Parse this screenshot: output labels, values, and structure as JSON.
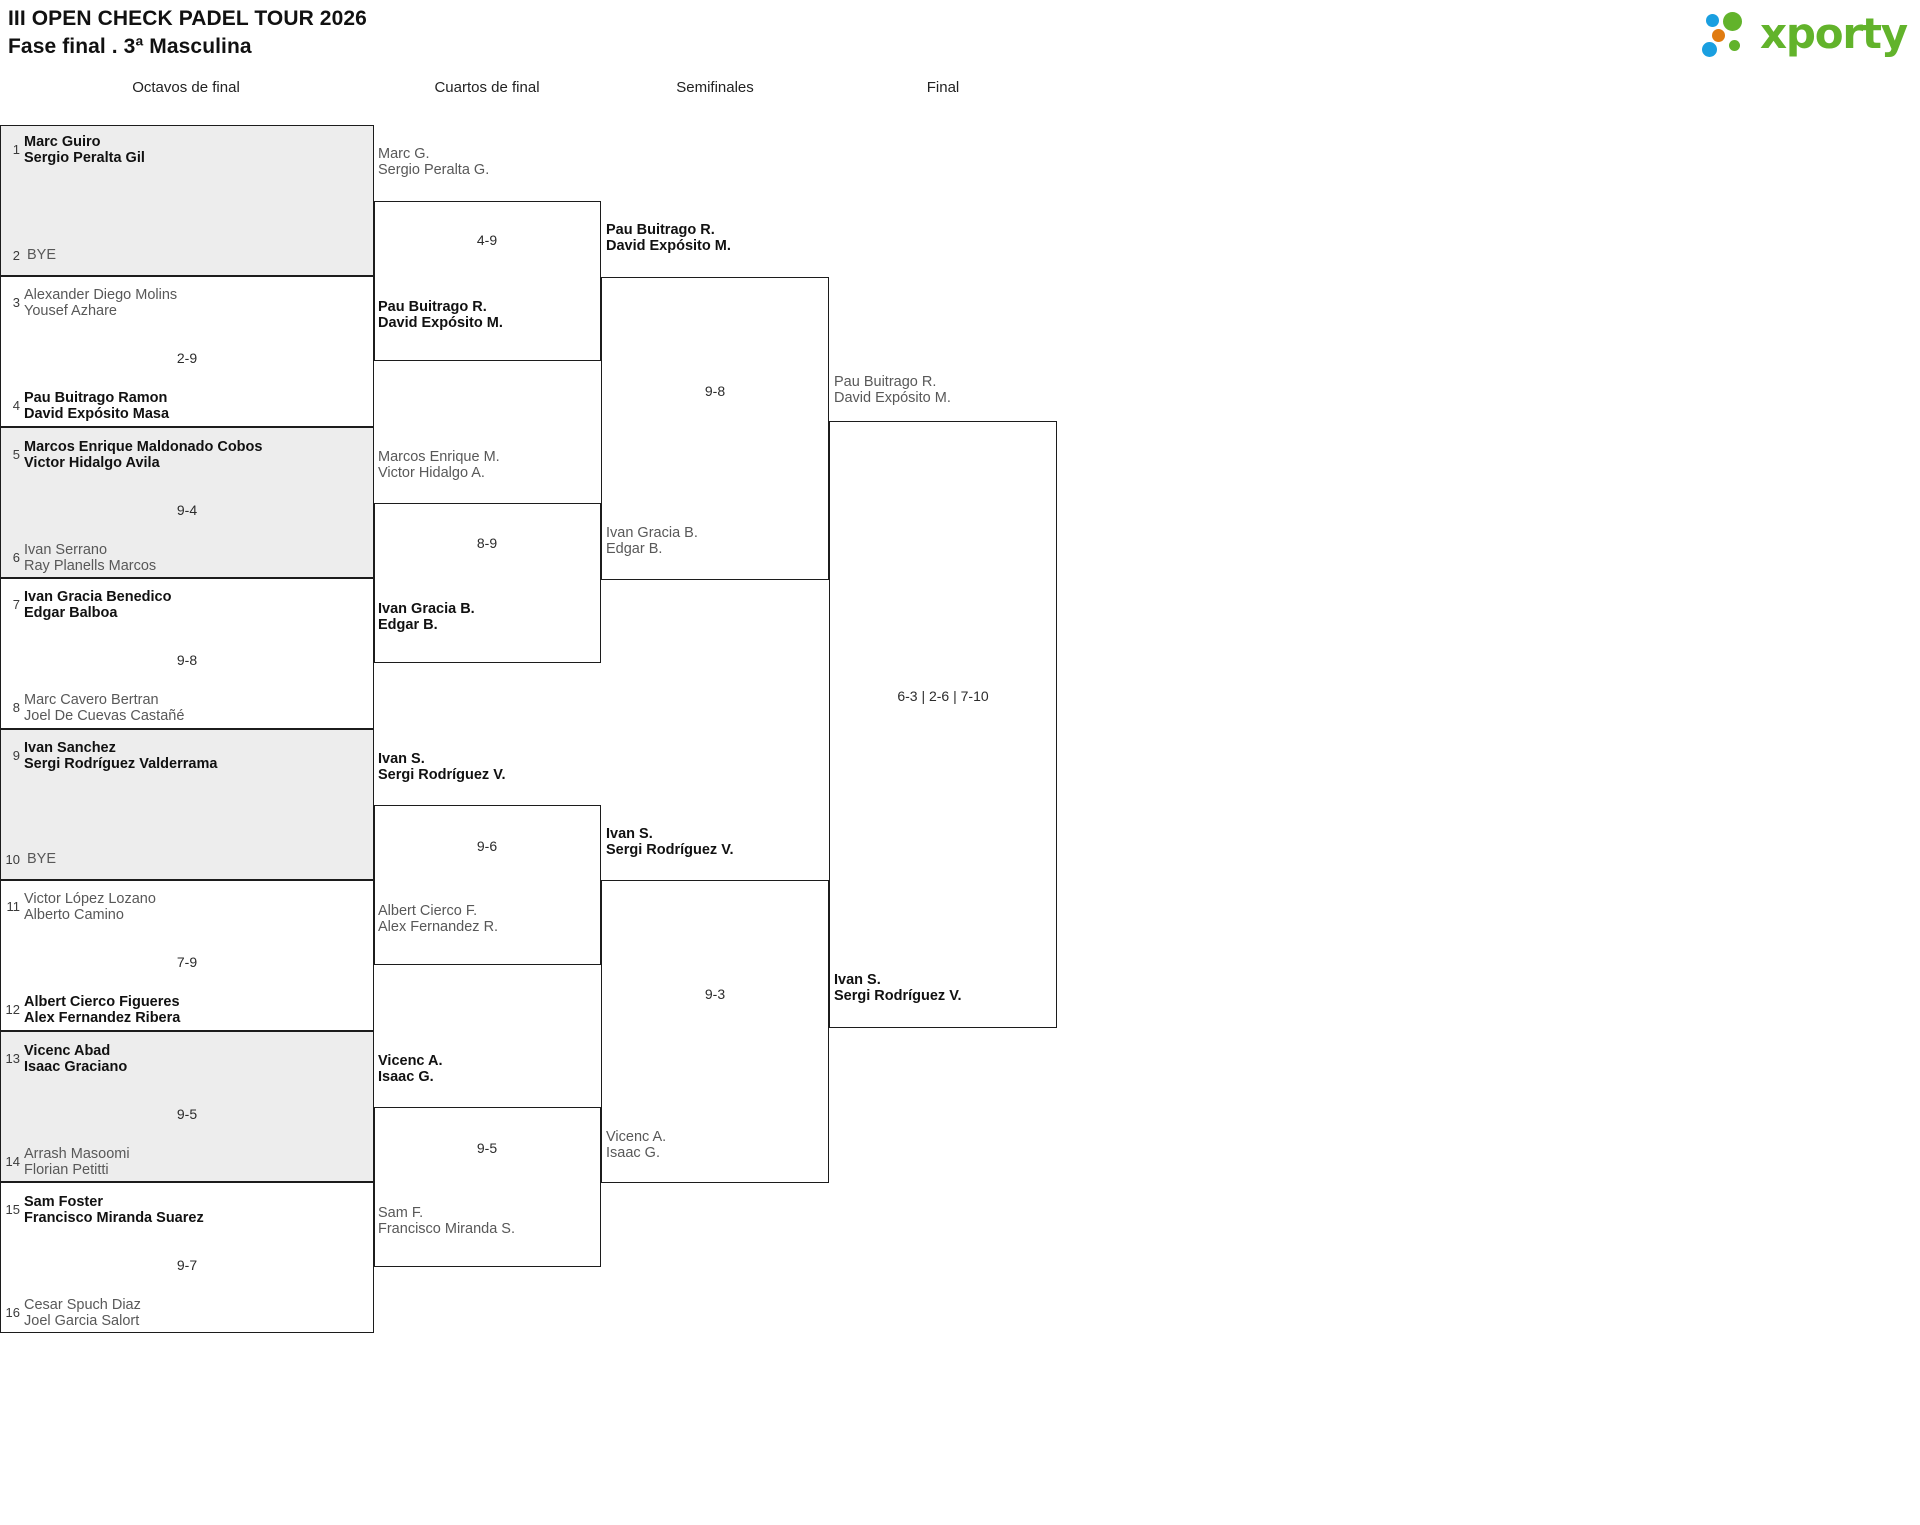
{
  "header": {
    "title_line1": "III OPEN CHECK PADEL TOUR 2026",
    "title_line2": "Fase final . 3ª Masculina",
    "logo_text": "xporty",
    "logo_colors": {
      "green": "#62b32b",
      "blue": "#1a9fe0",
      "orange": "#e07b10"
    }
  },
  "rounds": [
    {
      "key": "r16",
      "label": "Octavos de final"
    },
    {
      "key": "qf",
      "label": "Cuartos de final"
    },
    {
      "key": "sf",
      "label": "Semifinales"
    },
    {
      "key": "f",
      "label": "Final"
    }
  ],
  "round16": {
    "matches": [
      {
        "shaded": true,
        "top": {
          "seed": "1",
          "lines": [
            "Marc Guiro",
            "Sergio Peralta Gil"
          ],
          "winner": true
        },
        "bottom": {
          "seed": "2",
          "lines": [
            "BYE"
          ],
          "winner": false
        },
        "score": ""
      },
      {
        "shaded": false,
        "top": {
          "seed": "3",
          "lines": [
            "Alexander Diego Molins",
            "Yousef Azhare"
          ],
          "winner": false
        },
        "bottom": {
          "seed": "4",
          "lines": [
            "Pau Buitrago Ramon",
            "David Expósito Masa"
          ],
          "winner": true
        },
        "score": "2-9"
      },
      {
        "shaded": true,
        "top": {
          "seed": "5",
          "lines": [
            "Marcos Enrique Maldonado Cobos",
            "Victor Hidalgo Avila"
          ],
          "winner": true
        },
        "bottom": {
          "seed": "6",
          "lines": [
            "Ivan Serrano",
            "Ray Planells Marcos"
          ],
          "winner": false
        },
        "score": "9-4"
      },
      {
        "shaded": false,
        "top": {
          "seed": "7",
          "lines": [
            "Ivan Gracia Benedico",
            "Edgar Balboa"
          ],
          "winner": true
        },
        "bottom": {
          "seed": "8",
          "lines": [
            "Marc Cavero Bertran",
            "Joel De Cuevas Castañé"
          ],
          "winner": false
        },
        "score": "9-8"
      },
      {
        "shaded": true,
        "top": {
          "seed": "9",
          "lines": [
            "Ivan Sanchez",
            "Sergi Rodríguez Valderrama"
          ],
          "winner": true
        },
        "bottom": {
          "seed": "10",
          "lines": [
            "BYE"
          ],
          "winner": false
        },
        "score": ""
      },
      {
        "shaded": false,
        "top": {
          "seed": "11",
          "lines": [
            "Victor López Lozano",
            "Alberto Camino"
          ],
          "winner": false
        },
        "bottom": {
          "seed": "12",
          "lines": [
            "Albert Cierco Figueres",
            "Alex Fernandez Ribera"
          ],
          "winner": true
        },
        "score": "7-9"
      },
      {
        "shaded": true,
        "top": {
          "seed": "13",
          "lines": [
            "Vicenc Abad",
            "Isaac Graciano"
          ],
          "winner": true
        },
        "bottom": {
          "seed": "14",
          "lines": [
            "Arrash Masoomi",
            "Florian Petitti"
          ],
          "winner": false
        },
        "score": "9-5"
      },
      {
        "shaded": false,
        "top": {
          "seed": "15",
          "lines": [
            "Sam Foster",
            "Francisco Miranda Suarez"
          ],
          "winner": true
        },
        "bottom": {
          "seed": "16",
          "lines": [
            "Cesar Spuch Diaz",
            "Joel Garcia Salort"
          ],
          "winner": false
        },
        "score": "9-7"
      }
    ]
  },
  "quarterfinals": {
    "matches": [
      {
        "top": {
          "lines": [
            "Marc G.",
            "Sergio Peralta G."
          ],
          "winner": false
        },
        "bottom": {
          "lines": [
            "Pau Buitrago R.",
            "David Expósito M."
          ],
          "winner": true
        },
        "score": "4-9"
      },
      {
        "top": {
          "lines": [
            "Marcos Enrique M.",
            "Victor Hidalgo A."
          ],
          "winner": false
        },
        "bottom": {
          "lines": [
            "Ivan Gracia B.",
            "Edgar B."
          ],
          "winner": true
        },
        "score": "8-9"
      },
      {
        "top": {
          "lines": [
            "Ivan S.",
            "Sergi Rodríguez V."
          ],
          "winner": true
        },
        "bottom": {
          "lines": [
            "Albert Cierco F.",
            "Alex Fernandez R."
          ],
          "winner": false
        },
        "score": "9-6"
      },
      {
        "top": {
          "lines": [
            "Vicenc A.",
            "Isaac G."
          ],
          "winner": true
        },
        "bottom": {
          "lines": [
            "Sam F.",
            "Francisco Miranda S."
          ],
          "winner": false
        },
        "score": "9-5"
      }
    ]
  },
  "semifinals": {
    "matches": [
      {
        "top": {
          "lines": [
            "Pau Buitrago R.",
            "David Expósito M."
          ],
          "winner": true
        },
        "bottom": {
          "lines": [
            "Ivan Gracia B.",
            "Edgar B."
          ],
          "winner": false
        },
        "score": "9-8"
      },
      {
        "top": {
          "lines": [
            "Ivan S.",
            "Sergi Rodríguez V."
          ],
          "winner": true
        },
        "bottom": {
          "lines": [
            "Vicenc A.",
            "Isaac G."
          ],
          "winner": false
        },
        "score": "9-3"
      }
    ]
  },
  "final": {
    "matches": [
      {
        "top": {
          "lines": [
            "Pau Buitrago R.",
            "David Expósito M."
          ],
          "winner": false
        },
        "bottom": {
          "lines": [
            "Ivan S.",
            "Sergi Rodríguez V."
          ],
          "winner": true
        },
        "score": "6-3 | 2-6 | 7-10"
      }
    ]
  }
}
